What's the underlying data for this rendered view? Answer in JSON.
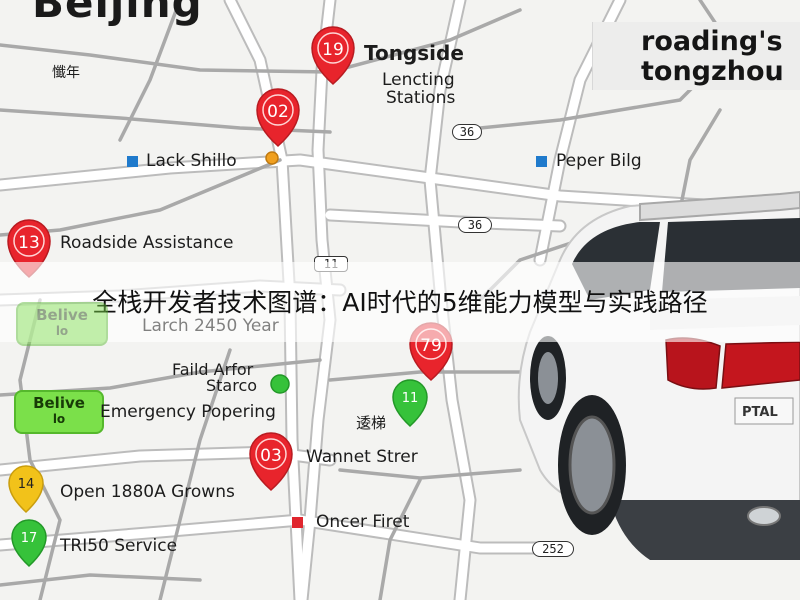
{
  "map": {
    "city_title": "Beijing",
    "corner_label": [
      "roading's",
      "tongzhou"
    ],
    "banner_title": "全栈开发者技术图谱：AI时代的5维能力模型与实践路径",
    "pins": [
      {
        "label": "19",
        "color": "#e8242c"
      },
      {
        "label": "02",
        "color": "#e8242c"
      },
      {
        "label": "13",
        "color": "#e8242c"
      },
      {
        "label": "79",
        "color": "#e8242c"
      },
      {
        "label": "03",
        "color": "#e8242c"
      },
      {
        "label": "11",
        "color": "#36c23a"
      },
      {
        "label": "14",
        "color": "#f2c21a"
      },
      {
        "label": "17",
        "color": "#36c23a"
      }
    ],
    "places": {
      "tongside": "Tongside",
      "lencting": "Lencting",
      "stations": "Stations",
      "lack_shillo": "Lack Shillo",
      "peper_bilg": "Peper Bilg",
      "roadside": "Roadside Assistance",
      "larch": "Larch 2450 Year",
      "faild1": "Faild Arfor",
      "faild2": "Starco",
      "emergency": "Emergency Popering",
      "wannet": "Wannet Strer",
      "open": "Open 1880A Growns",
      "trisd": "TRI50 Service",
      "oncer": "Oncer Firet",
      "glyph1": "懺年",
      "glyph2": "逶梯"
    },
    "green_buttons": [
      {
        "top": "Belive",
        "bottom": "lo"
      },
      {
        "top": "Belive",
        "bottom": "lo"
      }
    ],
    "shields": [
      "36",
      "36",
      "11",
      "252"
    ],
    "vehicle": {
      "badge": "PTAL"
    }
  }
}
